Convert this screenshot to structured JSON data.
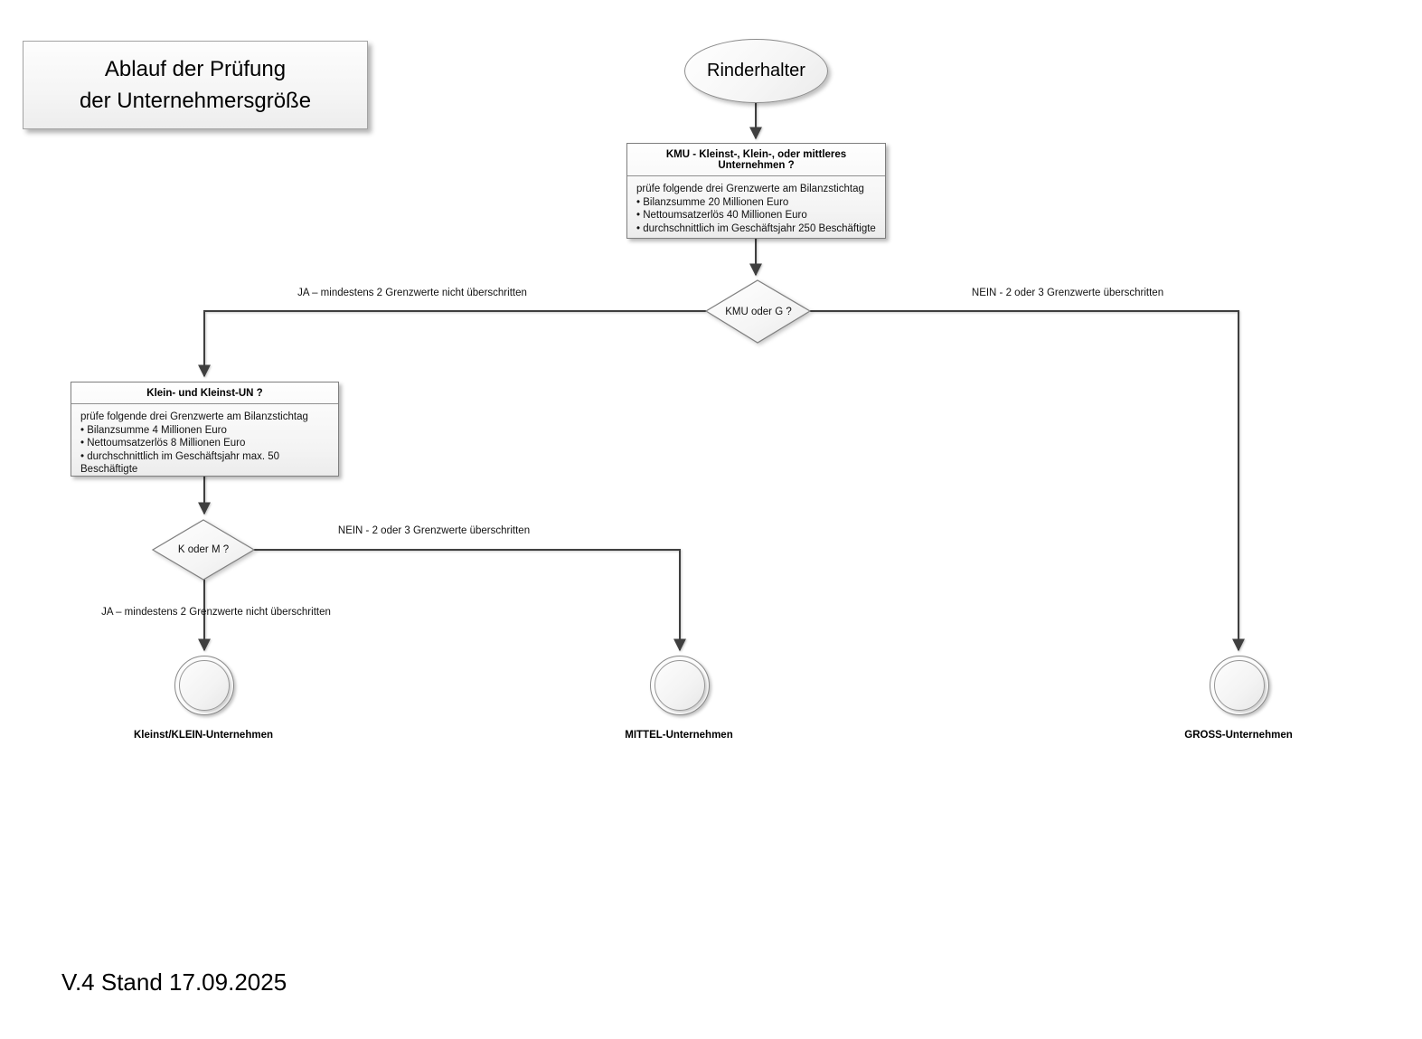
{
  "diagram": {
    "title": {
      "line1": "Ablauf der Prüfung",
      "line2": "der Unternehmersgröße"
    },
    "start_node": "Rinderhalter",
    "kmu_box": {
      "header": "KMU - Kleinst-, Klein-, oder mittleres Unternehmen ?",
      "intro": "prüfe folgende drei Grenzwerte am Bilanzstichtag",
      "bullets": [
        "• Bilanzsumme 20 Millionen Euro",
        "• Nettoumsatzerlös 40 Millionen Euro",
        "• durchschnittlich im Geschäftsjahr 250 Beschäftigte"
      ]
    },
    "kmu_decision": "KMU oder G ?",
    "klein_box": {
      "header": "Klein- und Kleinst-UN ?",
      "intro": "prüfe folgende drei Grenzwerte am Bilanzstichtag",
      "bullets": [
        "• Bilanzsumme 4 Millionen Euro",
        "• Nettoumsatzerlös 8 Millionen Euro",
        "• durchschnittlich im Geschäftsjahr max. 50 Beschäftigte"
      ]
    },
    "km_decision": "K oder M ?",
    "edge_labels": {
      "kmu_ja": "JA – mindestens 2 Grenzwerte nicht überschritten",
      "kmu_nein": "NEIN - 2 oder 3 Grenzwerte überschritten",
      "km_nein": "NEIN - 2 oder 3 Grenzwerte überschritten",
      "km_ja": "JA – mindestens 2 Grenzwerte nicht überschritten"
    },
    "end_nodes": {
      "small": "Kleinst/KLEIN-Unternehmen",
      "medium": "MITTEL-Unternehmen",
      "large": "GROSS-Unternehmen"
    },
    "footer": "V.4 Stand 17.09.2025",
    "colors": {
      "connector": "#3f3f3f",
      "shape_border": "#7f7f7f"
    }
  }
}
